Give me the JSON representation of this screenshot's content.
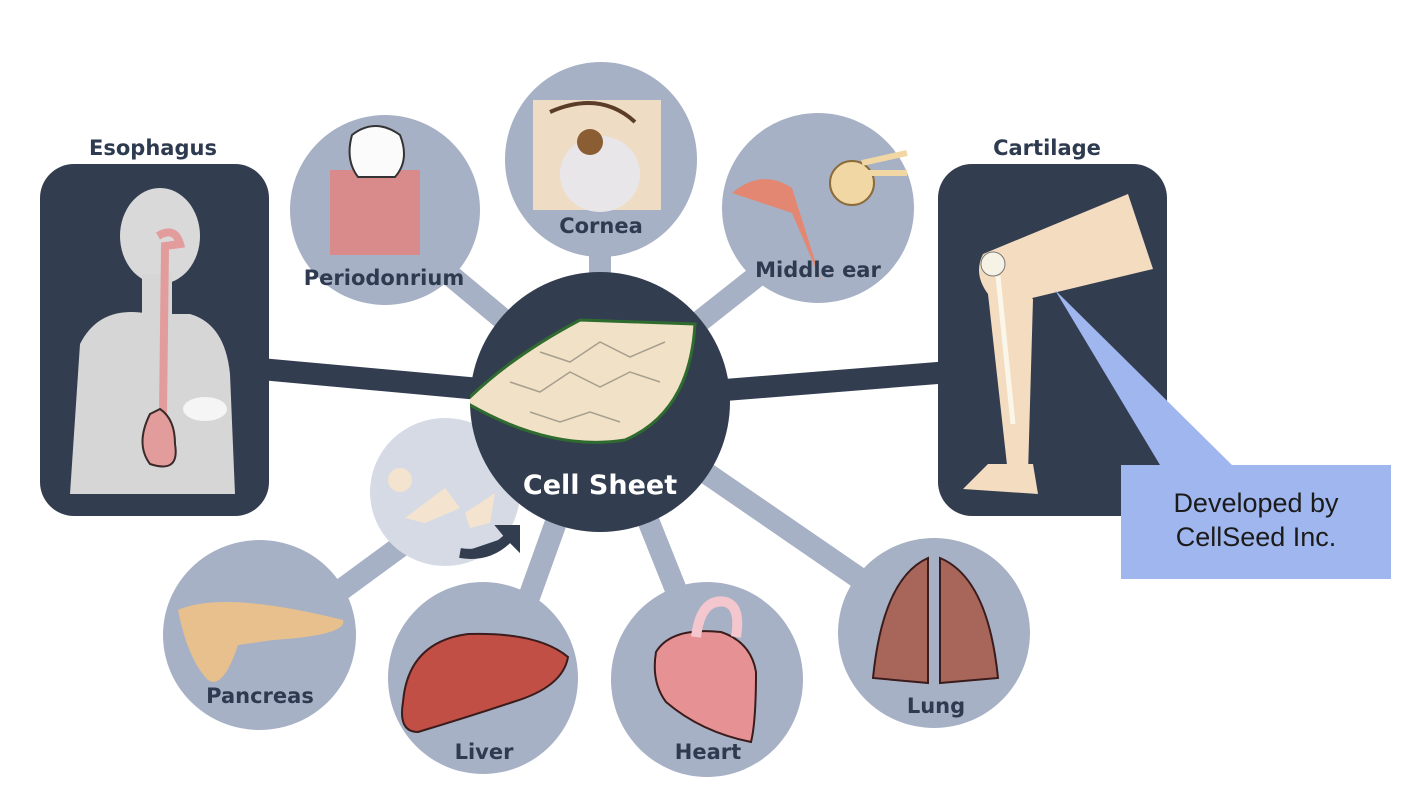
{
  "diagram": {
    "center": {
      "label": "Cell Sheet",
      "color": "#333d50"
    },
    "panels": [
      {
        "id": "esophagus",
        "label": "Esophagus"
      },
      {
        "id": "cartilage",
        "label": "Cartilage"
      }
    ],
    "nodes": [
      {
        "id": "periodontium",
        "label": "Periodonrium"
      },
      {
        "id": "cornea",
        "label": "Cornea"
      },
      {
        "id": "middle-ear",
        "label": "Middle ear"
      },
      {
        "id": "pancreas",
        "label": "Pancreas"
      },
      {
        "id": "liver",
        "label": "Liver"
      },
      {
        "id": "heart",
        "label": "Heart"
      },
      {
        "id": "lung",
        "label": "Lung"
      }
    ],
    "callout": {
      "line1": "Developed by",
      "line2": "CellSeed Inc.",
      "color": "#a0b6ee"
    },
    "colors": {
      "node_fill": "#a7b1c5",
      "panel_fill": "#333d50",
      "label_text": "#2e3a4f",
      "connector": "#a7b1c5"
    }
  }
}
